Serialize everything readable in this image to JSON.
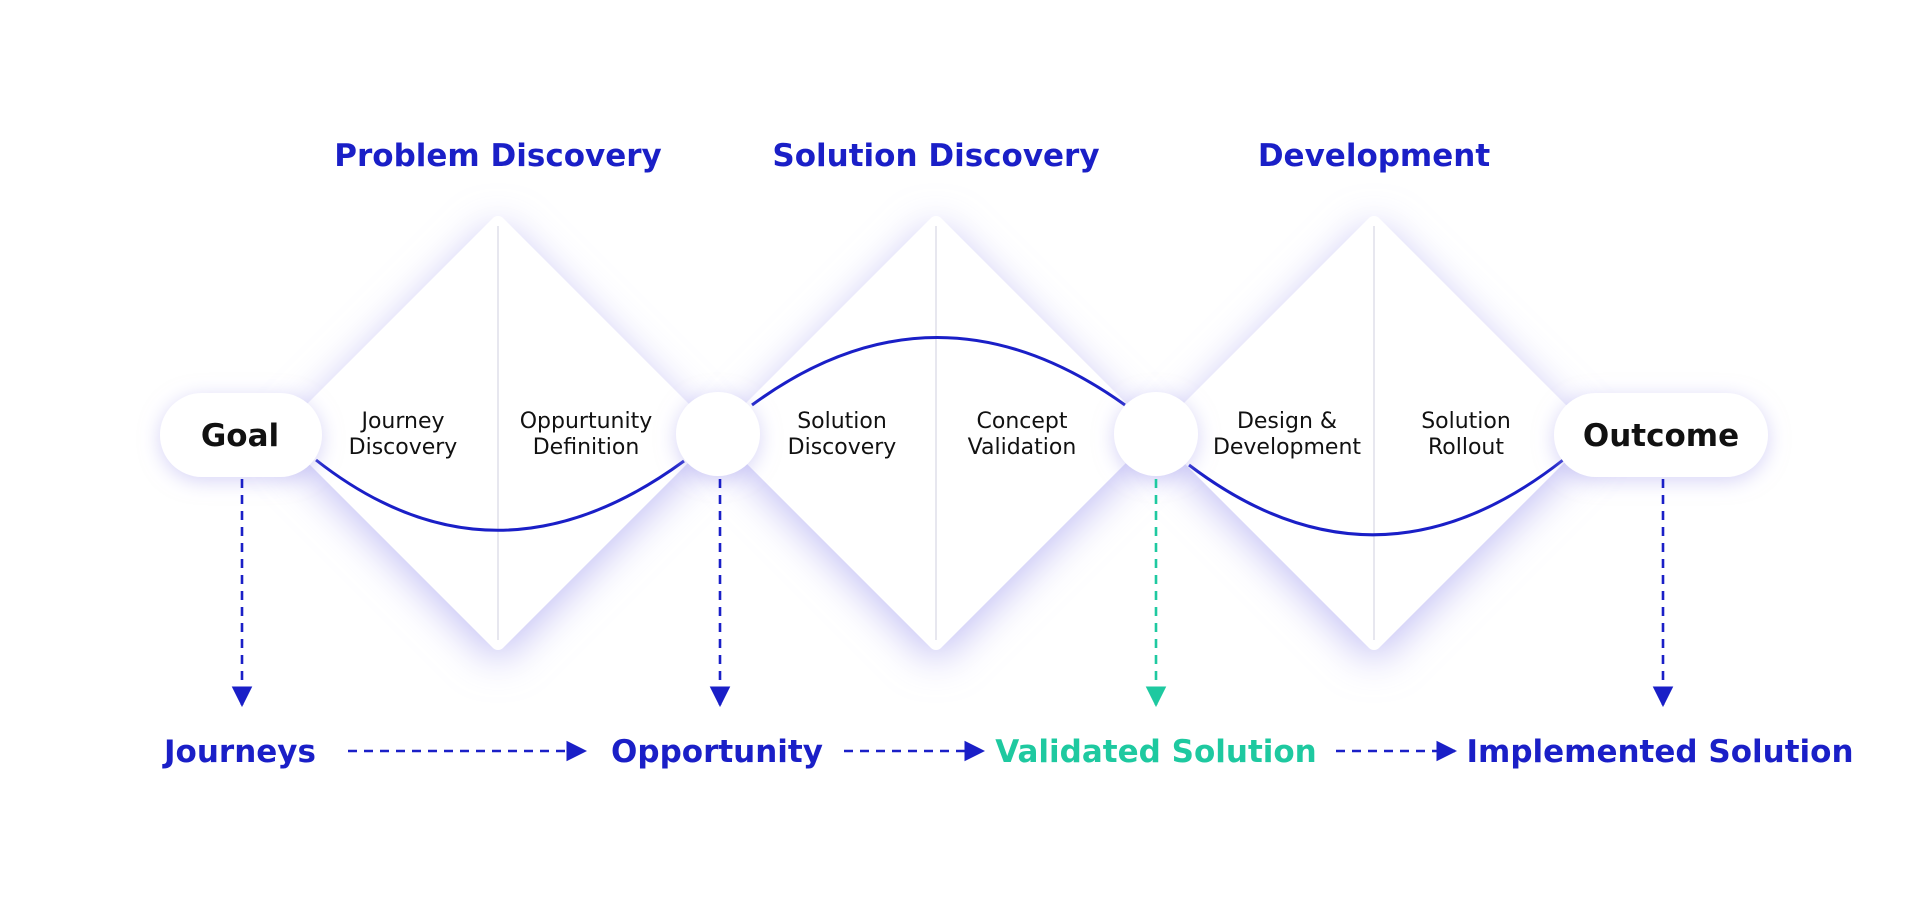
{
  "phases": [
    {
      "title": "Problem Discovery",
      "sub_left": [
        "Journey",
        "Discovery"
      ],
      "sub_right": [
        "Oppurtunity",
        "Definition"
      ]
    },
    {
      "title": "Solution Discovery",
      "sub_left": [
        "Solution",
        "Discovery"
      ],
      "sub_right": [
        "Concept",
        "Validation"
      ]
    },
    {
      "title": "Development",
      "sub_left": [
        "Design &",
        "Development"
      ],
      "sub_right": [
        "Solution",
        "Rollout"
      ]
    }
  ],
  "nodes": {
    "goal": "Goal",
    "outcome": "Outcome"
  },
  "outputs": [
    "Journeys",
    "Opportunity",
    "Validated Solution",
    "Implemented Solution"
  ],
  "colors": {
    "accent": "#1a1fc7",
    "highlight": "#1ec9a0",
    "text": "#111111",
    "diamond_glow": "#c9c6f5",
    "divider": "#d7d7e4"
  }
}
